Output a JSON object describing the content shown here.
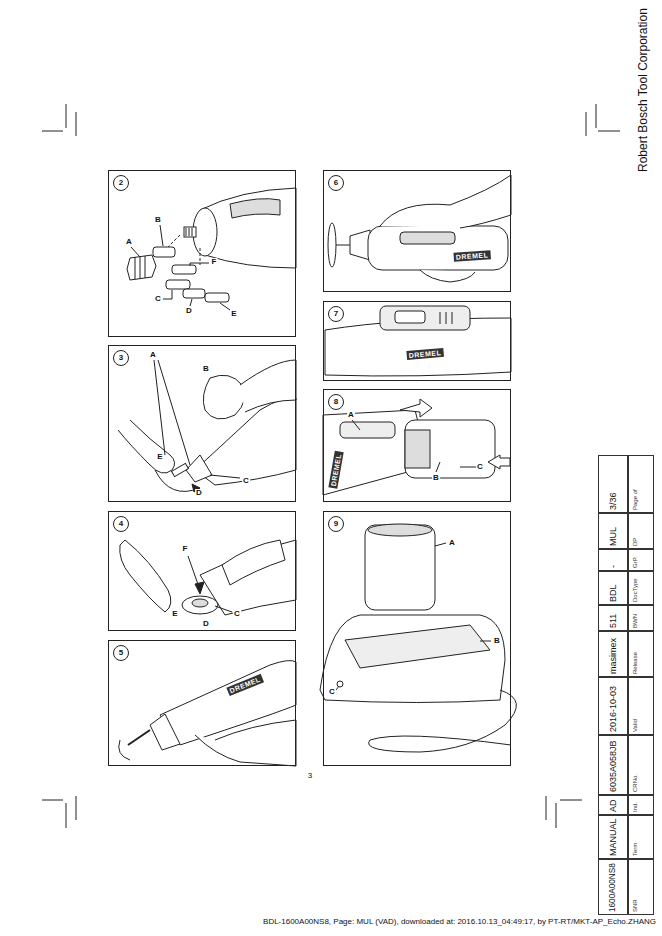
{
  "diagram": {
    "nodes": [
      {
        "text": [
          "2"
        ]
      },
      {
        "text": [
          "3"
        ]
      },
      {
        "text": [
          "4"
        ]
      },
      {
        "text": [
          "5"
        ]
      },
      {
        "text": [
          "6"
        ]
      },
      {
        "text": [
          "7"
        ]
      },
      {
        "text": [
          "8"
        ]
      },
      {
        "text": [
          "9"
        ]
      }
    ],
    "labels": [
      "Robert Bosch Tool Corporation",
      "A",
      "B",
      "F",
      "C",
      "D",
      "E",
      "A",
      "B",
      "E",
      "C",
      "D",
      "F",
      "E",
      "C",
      "D",
      "DREMEL",
      "DREMEL",
      "DREMEL",
      "A",
      "B",
      "C",
      "DREMEL",
      "A",
      "B",
      "C",
      "3",
      "1600A00NS8",
      "MANUAL",
      "AD",
      "6035A058JB",
      "2016-10-03",
      "masimex",
      "511",
      "BDL",
      "-",
      "MUL",
      "3/36",
      "SNR",
      "Term",
      "Ind.",
      "CRNo.",
      "Valid",
      "Release",
      "BWN",
      "DocType",
      "GrP.",
      "DP",
      "Page of",
      "BDL-1600A00NS8, Page: MUL (VAD), downloaded at: 2016.10.13_04:49:17, by PT-RT/MKT-AP_Echo.ZHANG"
    ]
  }
}
